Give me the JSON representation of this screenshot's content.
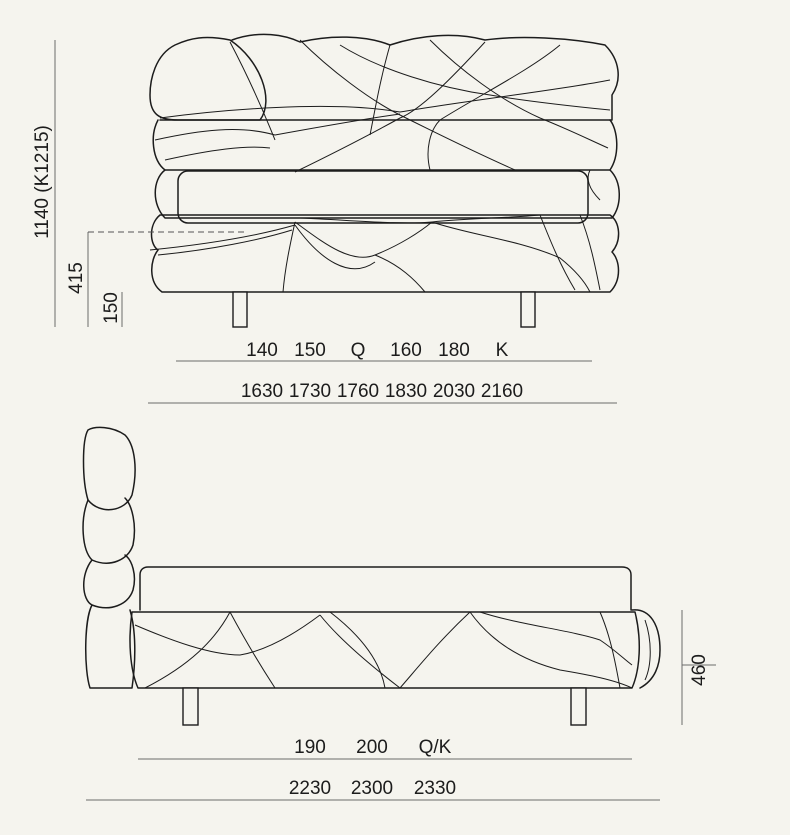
{
  "front_view": {
    "height_label": "1140 (K1215)",
    "seat_height_label": "415",
    "clearance_label": "150",
    "sizes": [
      "140",
      "150",
      "Q",
      "160",
      "180",
      "K"
    ],
    "widths": [
      "1630",
      "1730",
      "1760",
      "1830",
      "2030",
      "2160"
    ]
  },
  "side_view": {
    "side_height_label": "460",
    "lengths": [
      "190",
      "200",
      "Q/K"
    ],
    "overall_lengths": [
      "2230",
      "2300",
      "2330"
    ]
  }
}
